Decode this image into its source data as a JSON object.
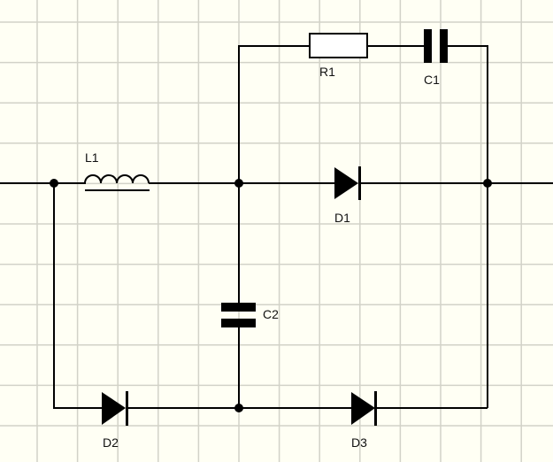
{
  "schematic": {
    "background_color": "#fffff4",
    "grid_color": "#d2d2c8",
    "wire_color": "#000000",
    "components": [
      {
        "id": "R1",
        "type": "resistor",
        "label": "R1"
      },
      {
        "id": "C1",
        "type": "capacitor",
        "label": "C1"
      },
      {
        "id": "L1",
        "type": "inductor",
        "label": "L1"
      },
      {
        "id": "D1",
        "type": "diode",
        "label": "D1"
      },
      {
        "id": "C2",
        "type": "capacitor",
        "label": "C2"
      },
      {
        "id": "D2",
        "type": "diode",
        "label": "D2"
      },
      {
        "id": "D3",
        "type": "diode",
        "label": "D3"
      }
    ]
  }
}
